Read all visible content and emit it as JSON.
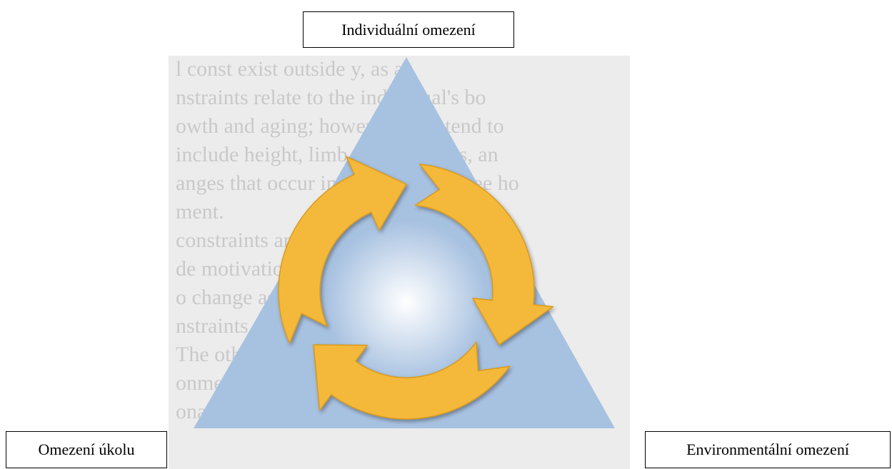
{
  "labels": {
    "top": "Individuální omezení",
    "left": "Omezení úkolu",
    "right": "Environmentální omezení"
  },
  "background_text": [
    "l const    exist  outside          y, as a",
    "nstraints relate to the individual's bo",
    "owth and aging; however, they tend to",
    "include height, limb, muscle mass, an",
    "anges that occur in them, we will see ho",
    "ment.",
    "constraints are not related to the b",
    "de motivation, fear, experiences, and are",
    "o change as a result of short-term and shi",
    "nstraints related to constraints, we can us",
    "The other constraint that is more mo",
    "onment constraint, as they tend to chang",
    "onals, it is important to know whether th"
  ],
  "colors": {
    "triangle": "#a7c1e0",
    "arrows": "#f4b93a",
    "arrow_outline": "#d99a1f",
    "background_print": "#ececec",
    "background_text": "#c9c9c9"
  }
}
